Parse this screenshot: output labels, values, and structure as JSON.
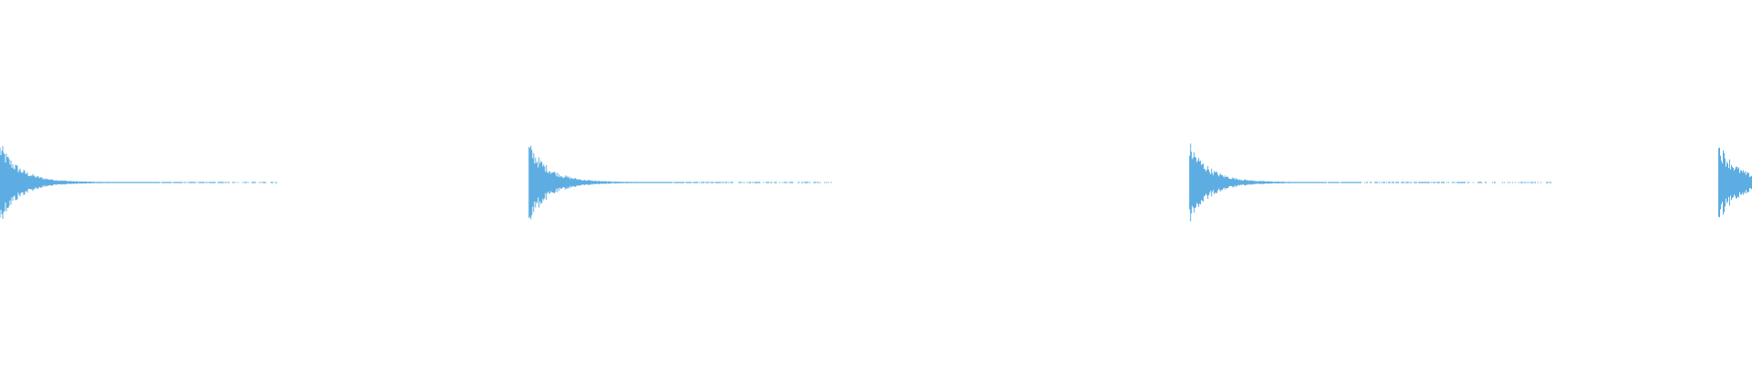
{
  "waveform": {
    "color": "#5dade2",
    "background": "#ffffff",
    "bursts": [
      {
        "start": 0.0,
        "tail_end": 0.158,
        "peak": 1.0
      },
      {
        "start": 0.302,
        "tail_end": 0.476,
        "peak": 1.0
      },
      {
        "start": 0.679,
        "tail_end": 0.888,
        "peak": 1.0
      },
      {
        "start": 0.981,
        "tail_end": 1.0,
        "peak": 1.0
      }
    ]
  }
}
